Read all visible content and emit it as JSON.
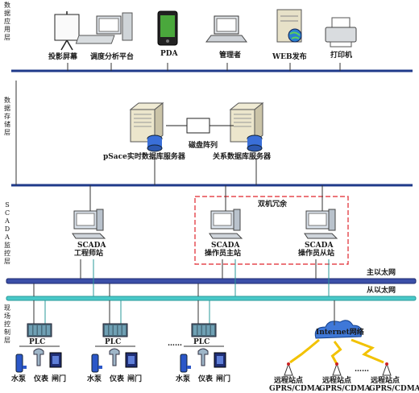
{
  "layers": {
    "app": "数据应用层",
    "storage": "数据存储层",
    "scada": "SCADA监控层",
    "field": "现场控制层"
  },
  "app_devices": {
    "projector": "投影屏幕",
    "workstation": "调度分析平台",
    "pda": "PDA",
    "manager": "管理者",
    "web": "WEB发布",
    "printer": "打印机"
  },
  "storage": {
    "realtime_server": "pSace实时数据库服务器",
    "raid": "磁盘阵列",
    "relational_server": "关系数据库服务器"
  },
  "scada": {
    "redundancy": "双机冗余",
    "eng_title": "SCADA",
    "eng_sub": "工程师站",
    "op_main_title": "SCADA",
    "op_main_sub": "操作员主站",
    "op_backup_title": "SCADA",
    "op_backup_sub": "操作员从站"
  },
  "networks": {
    "main": "主以太网",
    "backup": "从以太网"
  },
  "field": {
    "plc": "PLC",
    "pump": "水泵",
    "meter": "仪表",
    "valve": "闸门",
    "ellipsis": "……",
    "internet": "Internet网络",
    "remote_station": "远程站点",
    "gprs": "GPRS/CDMA",
    "remote_ellipsis": "……"
  },
  "colors": {
    "bus": "#1f3a8a",
    "ethernet_main": "#3b4fa8",
    "ethernet_backup": "#48c8c8",
    "redundancy_box": "#e0242c",
    "lightning": "#f2c200"
  }
}
